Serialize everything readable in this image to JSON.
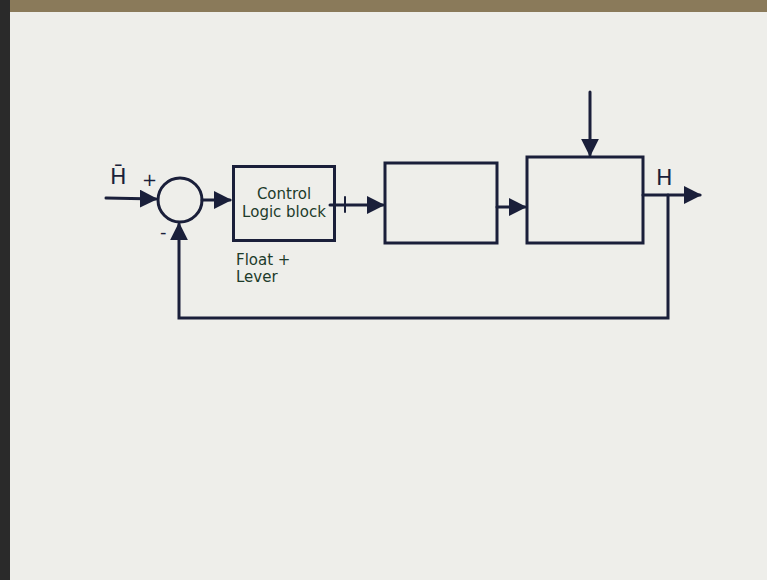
{
  "diagram": {
    "nodes": [
      {
        "text": [
          "Control Logic block"
        ]
      }
    ],
    "labels": [
      "H̄",
      "+",
      "-",
      "H",
      "Float + Lever"
    ]
  }
}
